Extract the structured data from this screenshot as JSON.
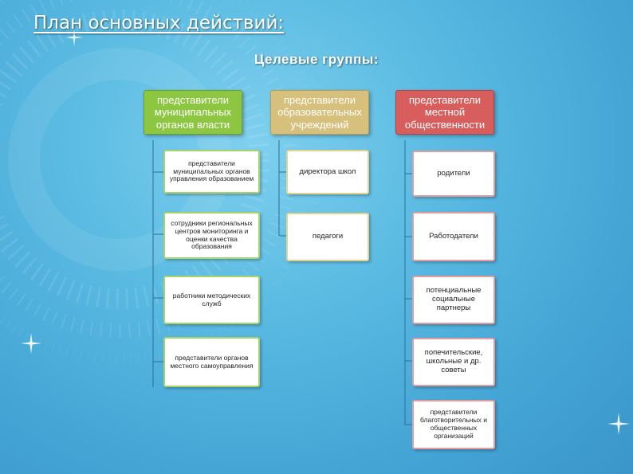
{
  "title": "План основных действий:",
  "subtitle": "Целевые группы:",
  "columns": [
    {
      "header": "представители муниципальных органов власти",
      "color": "#8dc641",
      "items": [
        "представители муниципальных органов управления образованием",
        "сотрудники региональных центров мониторинга и оценки качества образования",
        "работники методических служб",
        "представители органов местного самоуправления"
      ]
    },
    {
      "header": "представители образовательных учреждений",
      "color": "#d7c07c",
      "items": [
        "директора школ",
        "педагоги"
      ]
    },
    {
      "header": "представители местной общественности",
      "color": "#d85e5e",
      "items": [
        "родители",
        "Работодатели",
        "потенциальные социальные партнеры",
        "попечительские, школьные и др. советы",
        "представители благотворительных и общественных организаций"
      ]
    }
  ]
}
